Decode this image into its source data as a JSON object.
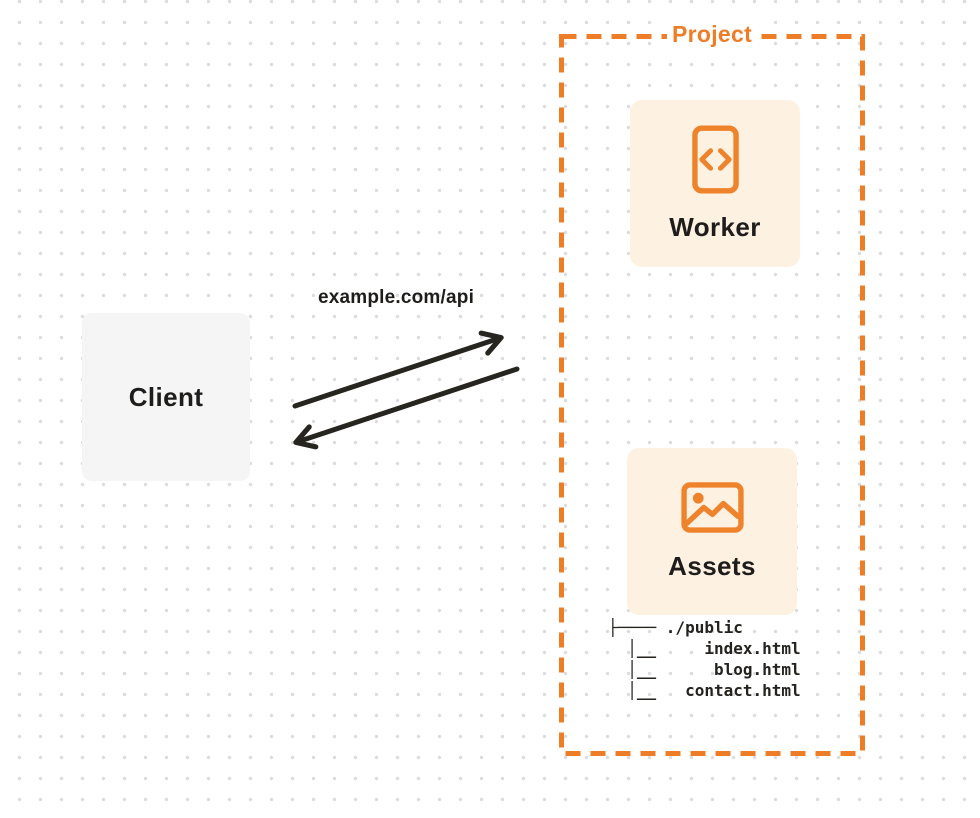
{
  "diagram": {
    "client": {
      "label": "Client"
    },
    "request_label": "example.com/api",
    "project": {
      "label": "Project",
      "worker": {
        "label": "Worker",
        "icon": "code-document-icon"
      },
      "assets": {
        "label": "Assets",
        "icon": "image-icon"
      },
      "file_tree": {
        "root": "./public",
        "files": [
          "index.html",
          "blog.html",
          "contact.html"
        ],
        "lines": [
          "├──── ./public",
          "  │__     index.html",
          "  │__      blog.html",
          "  │__   contact.html"
        ]
      }
    },
    "colors": {
      "accent_orange": "#ED7D27",
      "card_fill": "#FDF1E2",
      "client_fill": "#F5F5F6",
      "arrow_ink": "#26251F",
      "text_ink": "#1E1D1B",
      "dot_grid": "#DCDCDE"
    }
  }
}
